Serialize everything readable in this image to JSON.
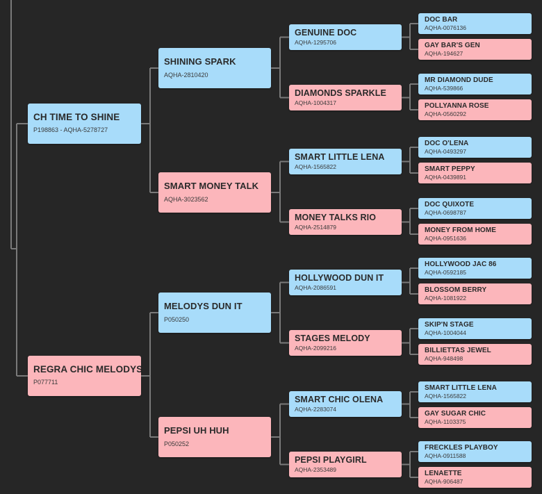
{
  "colors": {
    "background": "#262626",
    "sire": "#a8dcfa",
    "dam": "#fcb6bb",
    "connector": "#7a7a7a"
  },
  "pedigree": {
    "gen1": [
      {
        "name": "CH TIME TO SHINE",
        "reg": "P198863 - AQHA-5278727",
        "sex": "sire"
      },
      {
        "name": "REGRA CHIC MELODYS",
        "reg": "P077711",
        "sex": "dam"
      }
    ],
    "gen2": [
      {
        "name": "SHINING SPARK",
        "reg": "AQHA-2810420",
        "sex": "sire"
      },
      {
        "name": "SMART MONEY TALK",
        "reg": "AQHA-3023562",
        "sex": "dam"
      },
      {
        "name": "MELODYS DUN IT",
        "reg": "P050250",
        "sex": "sire"
      },
      {
        "name": "PEPSI UH HUH",
        "reg": "P050252",
        "sex": "dam"
      }
    ],
    "gen3": [
      {
        "name": "GENUINE DOC",
        "reg": "AQHA-1295706",
        "sex": "sire"
      },
      {
        "name": "DIAMONDS SPARKLE",
        "reg": "AQHA-1004317",
        "sex": "dam"
      },
      {
        "name": "SMART LITTLE LENA",
        "reg": "AQHA-1565822",
        "sex": "sire"
      },
      {
        "name": "MONEY TALKS RIO",
        "reg": "AQHA-2514879",
        "sex": "dam"
      },
      {
        "name": "HOLLYWOOD DUN IT",
        "reg": "AQHA-2086591",
        "sex": "sire"
      },
      {
        "name": "STAGES MELODY",
        "reg": "AQHA-2099216",
        "sex": "dam"
      },
      {
        "name": "SMART CHIC OLENA",
        "reg": "AQHA-2283074",
        "sex": "sire"
      },
      {
        "name": "PEPSI PLAYGIRL",
        "reg": "AQHA-2353489",
        "sex": "dam"
      }
    ],
    "gen4": [
      {
        "name": "DOC BAR",
        "reg": "AQHA-0076136",
        "sex": "sire"
      },
      {
        "name": "GAY BAR'S GEN",
        "reg": "AQHA-194627",
        "sex": "dam"
      },
      {
        "name": "MR DIAMOND DUDE",
        "reg": "AQHA-539866",
        "sex": "sire"
      },
      {
        "name": "POLLYANNA ROSE",
        "reg": "AQHA-0560292",
        "sex": "dam"
      },
      {
        "name": "DOC O'LENA",
        "reg": "AQHA-0493297",
        "sex": "sire"
      },
      {
        "name": "SMART PEPPY",
        "reg": "AQHA-0439891",
        "sex": "dam"
      },
      {
        "name": "DOC QUIXOTE",
        "reg": "AQHA-0698787",
        "sex": "sire"
      },
      {
        "name": "MONEY FROM HOME",
        "reg": "AQHA-0951636",
        "sex": "dam"
      },
      {
        "name": "HOLLYWOOD JAC 86",
        "reg": "AQHA-0592185",
        "sex": "sire"
      },
      {
        "name": "BLOSSOM BERRY",
        "reg": "AQHA-1081922",
        "sex": "dam"
      },
      {
        "name": "SKIP'N STAGE",
        "reg": "AQHA-1004044",
        "sex": "sire"
      },
      {
        "name": "BILLIETTAS JEWEL",
        "reg": "AQHA-948498",
        "sex": "dam"
      },
      {
        "name": "SMART LITTLE LENA",
        "reg": "AQHA-1565822",
        "sex": "sire"
      },
      {
        "name": "GAY SUGAR CHIC",
        "reg": "AQHA-1103375",
        "sex": "dam"
      },
      {
        "name": "FRECKLES PLAYBOY",
        "reg": "AQHA-0911588",
        "sex": "sire"
      },
      {
        "name": "LENAETTE",
        "reg": "AQHA-906487",
        "sex": "dam"
      }
    ]
  }
}
